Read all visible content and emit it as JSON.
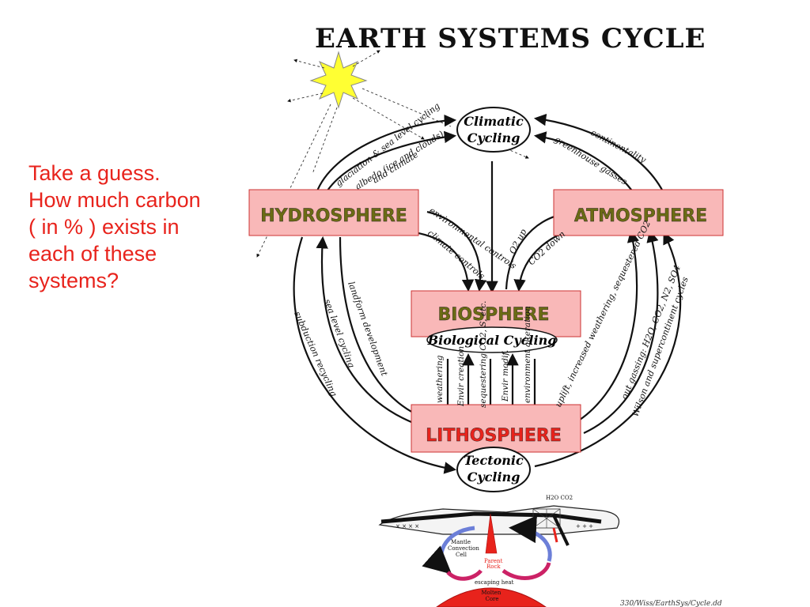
{
  "title": "EARTH SYSTEMS CYCLE",
  "question_lines": [
    "Take a guess.",
    "How much carbon",
    "( in % ) exists in",
    "each of these",
    "systems?"
  ],
  "boxes": {
    "hydrosphere": "HYDROSPHERE",
    "atmosphere": "ATMOSPHERE",
    "biosphere": "BIOSPHERE",
    "lithosphere": "LITHOSPHERE"
  },
  "ovals": {
    "climatic": [
      "Climatic",
      "Cycling"
    ],
    "biological": "Biological Cycling",
    "tectonic": [
      "Tectonic",
      "Cycling"
    ]
  },
  "curve_labels": {
    "glaciation": "glaciation & sea level cycling",
    "albedo": "albedo (ice and clouds)",
    "and_climate": "and climate",
    "continentality": "continentality",
    "greenhouse": "greenhouse gasses",
    "environmental_controls": "environmental controls",
    "climate_controls": "climate controls",
    "co2_up": "O2  up",
    "co2_down": "CO2  down",
    "landform": "landform development",
    "sea_level": "sea level cycling",
    "subduction": "subduction recycling",
    "uplift": "uplift, increased weathering, sequestered CO2",
    "outgassing": "out gassing: H2O, CO2, N2, SO4",
    "wilson": "Wilson and supercontinent cycles"
  },
  "vertical_labels": [
    "weathering",
    "Envir creation",
    "sequestering CO2, S, etc.",
    "Envir modif.",
    "environment alteration"
  ],
  "tectonic_illustration": {
    "mantle": "Mantle Convection Cell",
    "parent_rock": "Parent Rock",
    "escaping_heat": "escaping heat",
    "molten_core": "Molten Core",
    "water_symbols": "H2O CO2"
  },
  "footer": "330/Wiss/EarthSys/Cycle.dd",
  "colors": {
    "question_text": "#e8231c",
    "box_fill": "#f9b8b8",
    "box_border": "#c33",
    "olive_text": "#6b6b14",
    "red_text": "#e8231c",
    "sun": "#ffff33"
  }
}
